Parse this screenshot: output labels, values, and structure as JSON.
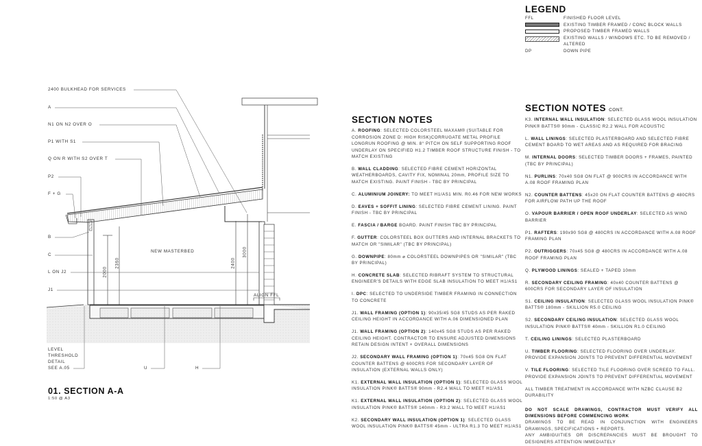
{
  "legend": {
    "title": "LEGEND",
    "items": [
      {
        "key": "FFL",
        "label": "FINISHED FLOOR LEVEL"
      },
      {
        "key": "swatch-dark",
        "label": "EXISTING TIMBER FRAMED / CONC BLOCK WALLS"
      },
      {
        "key": "swatch-white",
        "label": "PROPOSED TIMBER FRAMED WALLS"
      },
      {
        "key": "swatch-hatch",
        "label": "EXISTING WALLS / WINDOWS ETC. TO BE REMOVED / ALTERED"
      },
      {
        "key": "DP",
        "label": "DOWN PIPE"
      }
    ]
  },
  "drawing": {
    "callouts": [
      "2400 BULKHEAD FOR SERVICES",
      "A",
      "N1 ON N2 OVER O",
      "P1 WITH S1",
      "Q ON R WITH S2 OVER T",
      "P2",
      "F + G",
      "B",
      "C",
      "L ON J2",
      "J1"
    ],
    "threshold": [
      "LEVEL",
      "THRESHOLD",
      "DETAIL",
      "SEE A.05"
    ],
    "bottom_callouts": [
      "U",
      "H"
    ],
    "room": "NEW MASTERBED",
    "dimensions": [
      "2000",
      "2360",
      "2400",
      "3000"
    ],
    "align": "ALIGN FFL",
    "title": "01. SECTION A-A",
    "scale": "1:50 @ A3"
  },
  "notes_left": {
    "title": "SECTION NOTES",
    "items": [
      {
        "p": "A. ",
        "t": "ROOFING",
        "d": ": SELECTED COLORSTEEL MAXAM® (SUITABLE FOR CORROSION ZONE D: HIGH RISK)CORRUGATE METAL PROFILE LONGRUN ROOFING @ MIN. 8° PITCH ON SELF SUPPORTING ROOF UNDERLAY ON SPECIFIED H1.2 TIMBER ROOF STRUCTURE FINISH - TO MATCH EXISTING"
      },
      {
        "p": "B. ",
        "t": "WALL CLADDING",
        "d": ": SELECTED FIBRE CEMENT HORIZONTAL WEATHERBOARDS, CAVITY FIX, NOMINAL 20mm, PROFILE SIZE TO MATCH EXISTING. PAINT FINISH - TBC BY PRINCIPAL"
      },
      {
        "p": "C. ",
        "t": "ALUMINIUM JOINERY:",
        "d": " TO MEET H1/AS1 MIN. R0.46 FOR NEW WORKS"
      },
      {
        "p": "D. ",
        "t": "EAVES + SOFFIT LINING",
        "d": ": SELECTED FIBRE CEMENT LINING. PAINT FINISH - TBC BY PRINCIPAL"
      },
      {
        "p": "E. ",
        "t": "FASCIA / BARGE",
        "d": " BOARD. PAINT FINISH TBC BY PRINCIPAL"
      },
      {
        "p": "F. ",
        "t": "GUTTER",
        "d": ": COLORSTEEL BOX GUTTERS AND INTERNAL BRACKETS TO MATCH OR \"SIMILAR\" (TBC BY PRINCIPAL)"
      },
      {
        "p": "G. ",
        "t": "DOWNPIPE",
        "d": ": 80mm ⌀  COLORSTEEL DOWNPIPES OR \"SIMILAR\" (TBC BY PRINCIPAL)"
      },
      {
        "p": "H. ",
        "t": "CONCRETE SLAB",
        "d": ": SELECTED RIBRAFT SYSTEM TO STRUCTURAL ENGINEER'S DETAILS WITH EDGE SLAB INSULATION TO MEET H1/AS1"
      },
      {
        "p": "I. ",
        "t": "DPC",
        "d": ": SELECTED TO UNDERSIDE TIMBER FRAMING IN CONNECTION TO CONCRETE"
      },
      {
        "p": "J1. ",
        "t": "WALL FRAMING (OPTION 1)",
        "d": ": 90x35/45 SG8 STUDS AS PER RAKED CEILING HEIGHT IN ACCORDANCE WITH A.06 DIMENSIONED PLAN"
      },
      {
        "p": "J1. ",
        "t": "WALL FRAMING (OPTION 2)",
        "d": ": 140x45 SG8 STUDS AS PER RAKED CEILING HEIGHT. CONTRACTOR TO ENSURE ADJUSTED DIMENSIONS RETAIN DESIGN INTENT + OVERALL DIMENSIONS"
      },
      {
        "p": "J2. ",
        "t": "SECONDARY WALL FRAMING (OPTION 1)",
        "d": ": 70x45 SG8 ON FLAT COUNTER BATTENS @ 600CRS FOR SECONDARY LAYER OF INSULATION (EXTERNAL WALLS ONLY)"
      },
      {
        "p": "K1. ",
        "t": "EXTERNAL WALL INSULATION (OPTION 1)",
        "d": ": SELECTED GLASS WOOL INSULATION PINK® BATTS® 90mm - R2.4 WALL TO MEET H1/AS1"
      },
      {
        "p": "K1. ",
        "t": "EXTERNAL WALL INSULATION (OPTION 2)",
        "d": ": SELECTED GLASS WOOL INSULATION PINK® BATTS® 140mm - R3.2 WALL TO MEET H1/AS1"
      },
      {
        "p": "K2. ",
        "t": "SECONDARY WALL INSULATION (OPTION 1)",
        "d": ": SELECTED GLASS WOOL INSULATION PINK® BATTS® 45mm - ULTRA R1.3 TO MEET H1/AS1"
      }
    ]
  },
  "notes_right": {
    "title": "SECTION NOTES",
    "cont": "CONT.",
    "items": [
      {
        "p": "K3. ",
        "t": "INTERNAL WALL INSULATION",
        "d": ": SELECTED GLASS WOOL INSULATION PINK® BATTS® 90mm - CLASSIC R2.2 WALL FOR ACOUSTIC"
      },
      {
        "p": "L. ",
        "t": "WALL LININGS",
        "d": ": SELECTED PLASTERBOARD AND SELECTED FIBRE CEMENT BOARD TO WET AREAS AND AS REQUIRED FOR BRACING"
      },
      {
        "p": "M. ",
        "t": "INTERNAL DOORS",
        "d": ": SELECTED TIMBER DOORS + FRAMES, PAINTED (TBC BY PRINCIPAL)"
      },
      {
        "p": "N1. ",
        "t": "PURLINS",
        "d": ": 70x40 SG8 ON FLAT @ 900CRS IN ACCORDANCE WITH A.08 ROOF FRAMING PLAN"
      },
      {
        "p": "N2. ",
        "t": "COUNTER BATTENS",
        "d": ": 45x20 ON FLAT COUNTER BATTENS @ 480CRS FOR AIRFLOW PATH UP THE ROOF"
      },
      {
        "p": "O. ",
        "t": "VAPOUR BARRIER / OPEN ROOF UNDERLAY",
        "d": ": SELECTED AS WIND BARRIER"
      },
      {
        "p": "P1. ",
        "t": "RAFTERS",
        "d": ": 190x90 SG8 @ 480CRS IN ACCORDANCE WITH A.08 ROOF FRAMING PLAN"
      },
      {
        "p": "P2. ",
        "t": "OUTRIGGERS",
        "d": ": 70x45 SG8 @ 480CRS IN ACCORDANCE WITH A.08 ROOF FRAMING PLAN"
      },
      {
        "p": "Q. ",
        "t": "PLYWOOD LININGS",
        "d": ": SEALED + TAPED 10mm"
      },
      {
        "p": "R. ",
        "t": "SECONDARY CEILING FRAMING",
        "d": ": 40x40 COUNTER BATTENS @ 600CRS FOR SECONDARY LAYER OF INSULATION"
      },
      {
        "p": "S1. ",
        "t": "CEILING INSULATION",
        "d": ": SELECTED GLASS WOOL INSULATION PINK® BATTS® 180mm - SKILLION R5.0 CEILING"
      },
      {
        "p": "S2. ",
        "t": "SECONDARY CEILING INSULATION",
        "d": ": SELECTED GLASS WOOL INSULATION PINK® BATTS® 40mm - SKILLION R1.0 CEILING"
      },
      {
        "p": "T. ",
        "t": "CEILING LININGS",
        "d": ": SELECTED PLASTERBOARD"
      },
      {
        "p": "U. ",
        "t": "TIMBER FLOORING",
        "d": ": SELECTED FLOORING OVER UNDERLAY. PROVIDE EXPANSION JOINTS TO PREVENT DIFFERENTIAL MOVEMENT"
      },
      {
        "p": "V. ",
        "t": "TILE FLOORING",
        "d": ": SELECTED TILE FLOORING OVER SCREED TO FALL. PROVIDE EXPANSION JOINTS TO PREVENT DIFFERENTIAL MOVEMENT"
      },
      {
        "p": "",
        "t": "",
        "d": "ALL TIMBER TREATMENT IN ACCORDANCE WITH NZBC CLAUSE B2 DURABILITY"
      }
    ],
    "warning_bold": "DO NOT SCALE DRAWINGS, CONTRACTOR MUST VERIFY ALL DIMENSIONS BEFORE COMMENCING WORK",
    "warning_lines": [
      "DRAWINGS TO BE READ IN CONJUNCTION WITH ENGINEERS DRAWINGS, SPECIFICATIONS + REPORTS.",
      "ANY AMBIGUITIES OR DISCREPANCIES MUST BE BROUGHT TO DESIGNERS ATTENTION IMMEDIATELY"
    ]
  }
}
